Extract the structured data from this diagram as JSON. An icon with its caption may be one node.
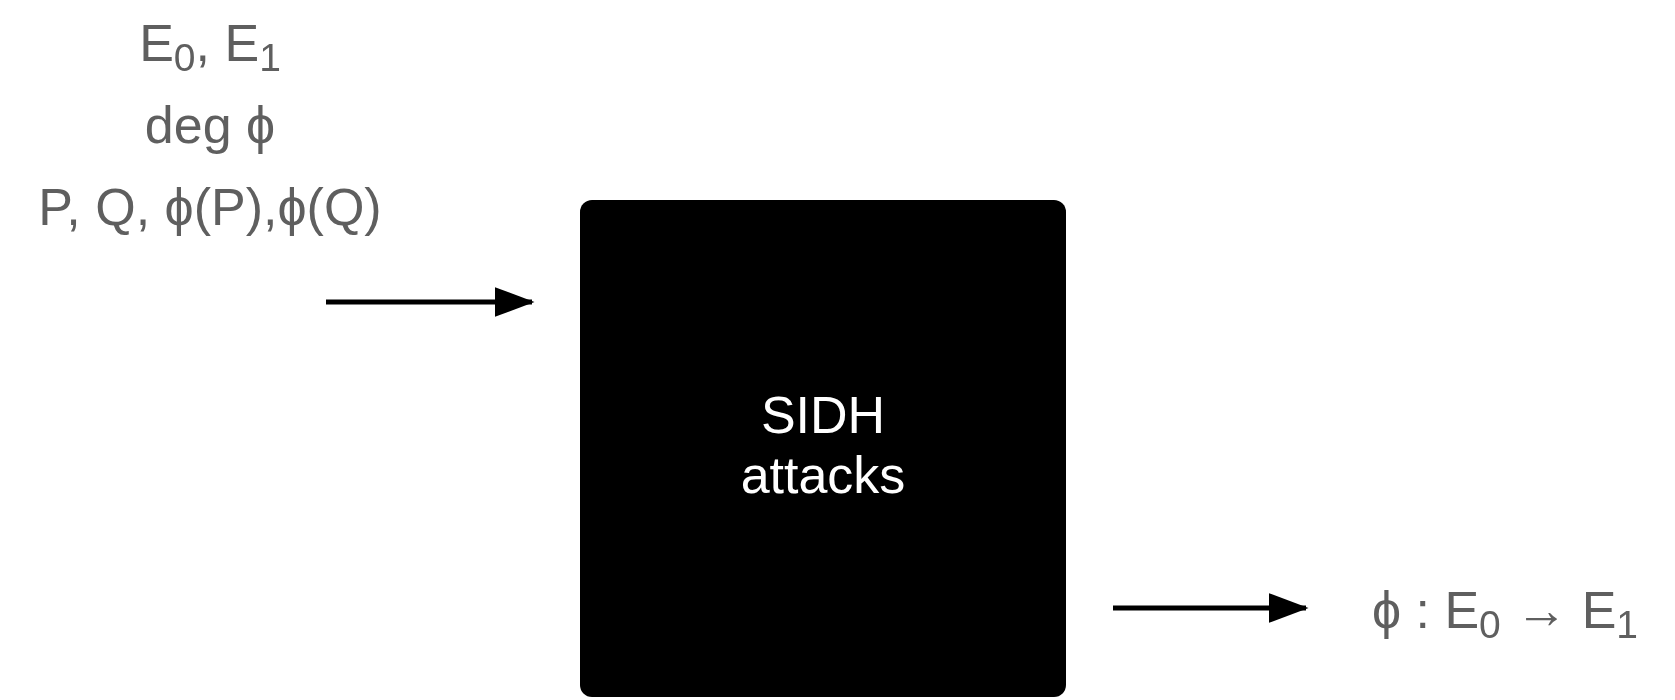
{
  "diagram": {
    "nodes": [
      {
        "text": [
          "E$_{0}$, E$_{1}$",
          "deg ϕ",
          "P, Q, ϕ(P),ϕ(Q)"
        ]
      },
      {
        "text": [
          "SIDH attacks"
        ]
      },
      {
        "text": [
          "ϕ : E$_{0}$ → E$_{1}$"
        ]
      }
    ],
    "edges": [
      {
        "from": 0,
        "to": 1,
        "arrow": "to"
      },
      {
        "from": 1,
        "to": 2,
        "arrow": "to"
      }
    ]
  }
}
